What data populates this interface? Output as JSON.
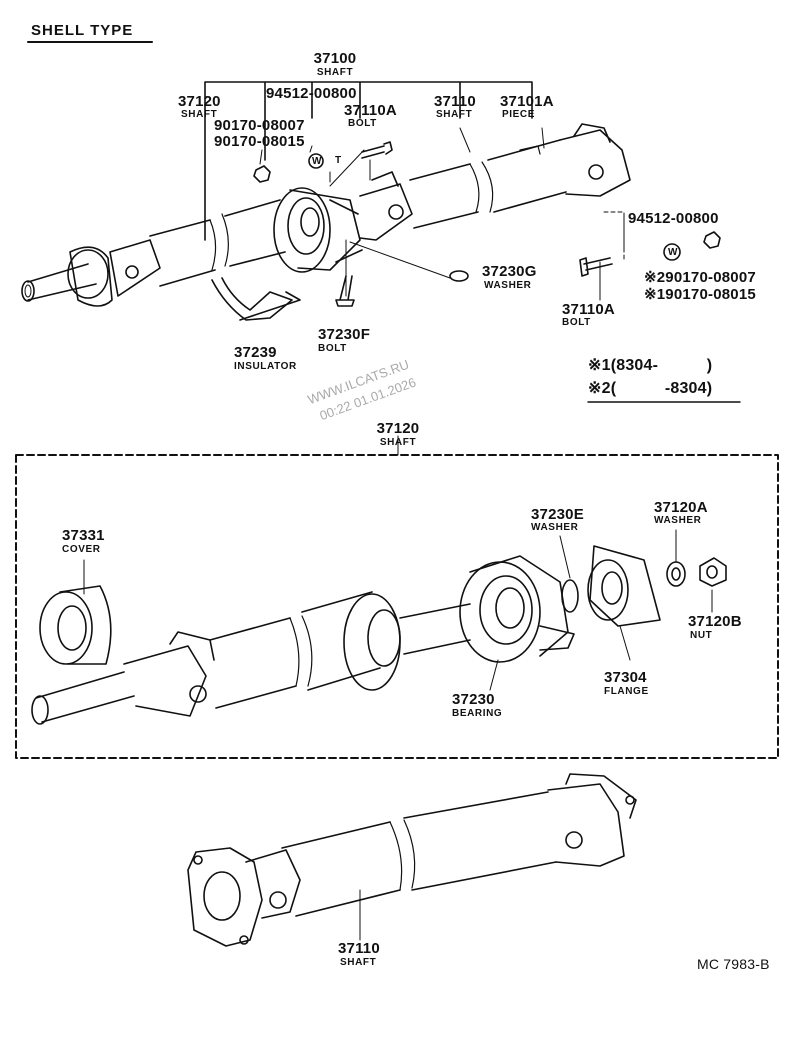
{
  "title": "SHELL TYPE",
  "top": {
    "p37100": {
      "num": "37100",
      "sub": "SHAFT"
    },
    "p37120": {
      "num": "37120",
      "sub": "SHAFT"
    },
    "p94512a": {
      "num": "94512-00800"
    },
    "p90170a": {
      "num": "90170-08007"
    },
    "p90170b": {
      "num": "90170-08015"
    },
    "p37110A_a": {
      "num": "37110A",
      "sub": "BOLT"
    },
    "p37110": {
      "num": "37110",
      "sub": "SHAFT"
    },
    "p37101A": {
      "num": "37101A",
      "sub": "PIECE"
    },
    "p94512b": {
      "num": "94512-00800"
    },
    "p290170": {
      "num": "※290170-08007"
    },
    "p190170": {
      "num": "※190170-08015"
    },
    "p37230G": {
      "num": "37230G",
      "sub": "WASHER"
    },
    "p37110A_b": {
      "num": "37110A",
      "sub": "BOLT"
    },
    "p37230F": {
      "num": "37230F",
      "sub": "BOLT"
    },
    "p37239": {
      "num": "37239",
      "sub": "INSULATOR"
    },
    "marker_w": "W",
    "marker_t": "T"
  },
  "legend": {
    "row1": "※1(8304-   )",
    "row2": "※2(   -8304)"
  },
  "watermark": {
    "line1": "WWW.ILCATS.RU",
    "line2": "00:22 01.01.2026"
  },
  "detail": {
    "p37120": {
      "num": "37120",
      "sub": "SHAFT"
    },
    "p37331": {
      "num": "37331",
      "sub": "COVER"
    },
    "p37230E": {
      "num": "37230E",
      "sub": "WASHER"
    },
    "p37120A": {
      "num": "37120A",
      "sub": "WASHER"
    },
    "p37120B": {
      "num": "37120B",
      "sub": "NUT"
    },
    "p37304": {
      "num": "37304",
      "sub": "FLANGE"
    },
    "p37230": {
      "num": "37230",
      "sub": "BEARING"
    }
  },
  "bottom": {
    "p37110": {
      "num": "37110",
      "sub": "SHAFT"
    },
    "code": "MC 7983-B"
  }
}
